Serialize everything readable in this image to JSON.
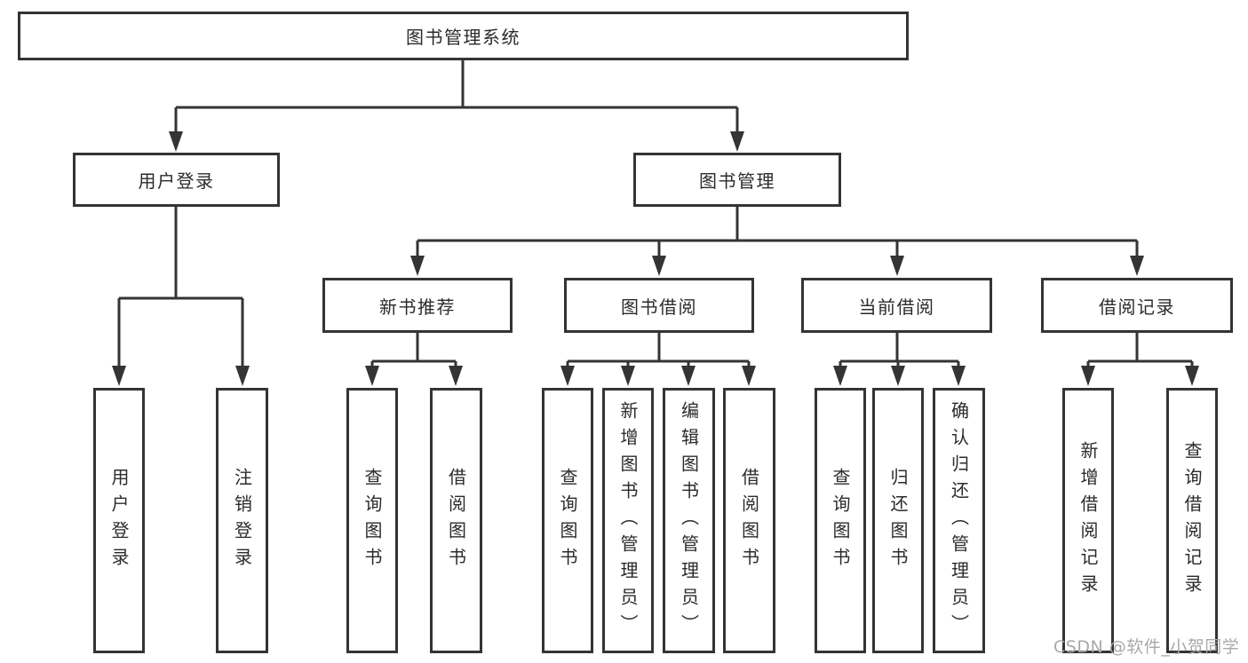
{
  "tree": {
    "label": "图书管理系统",
    "children": [
      {
        "label": "用户登录",
        "children": [
          {
            "label": "用户登录"
          },
          {
            "label": "注销登录"
          }
        ]
      },
      {
        "label": "图书管理",
        "children": [
          {
            "label": "新书推荐",
            "children": [
              {
                "label": "查询图书"
              },
              {
                "label": "借阅图书"
              }
            ]
          },
          {
            "label": "图书借阅",
            "children": [
              {
                "label": "查询图书"
              },
              {
                "label": "新增图书（管理员）"
              },
              {
                "label": "编辑图书（管理员）"
              },
              {
                "label": "借阅图书"
              }
            ]
          },
          {
            "label": "当前借阅",
            "children": [
              {
                "label": "查询图书"
              },
              {
                "label": "归还图书"
              },
              {
                "label": "确认归还（管理员）"
              }
            ]
          },
          {
            "label": "借阅记录",
            "children": [
              {
                "label": "新增借阅记录"
              },
              {
                "label": "查询借阅记录"
              }
            ]
          }
        ]
      }
    ]
  },
  "watermark": {
    "text": "CSDN @软件_小贺同学"
  },
  "colors": {
    "line": "#343434",
    "text": "#2b2b2b",
    "watermark": "#a9a9a9",
    "bg": "#ffffff"
  }
}
